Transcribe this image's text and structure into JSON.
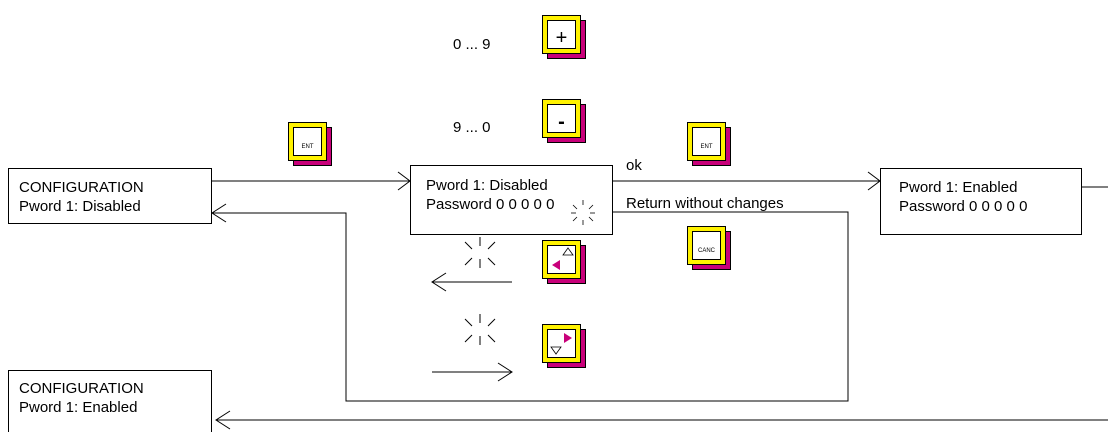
{
  "boxes": {
    "config_disabled": {
      "line1": "CONFIGURATION",
      "line2": "Pword 1: Disabled"
    },
    "password_entry": {
      "line1": "Pword 1: Disabled",
      "line2": "Password  0 0 0 0 0"
    },
    "pword_enabled": {
      "line1": "Pword 1: Enabled",
      "line2": "Password  0 0 0 0 0"
    },
    "config_enabled": {
      "line1": "CONFIGURATION",
      "line2": "Pword 1: Enabled"
    }
  },
  "labels": {
    "range_up": "0 ... 9",
    "range_down": "9 ... 0",
    "ok": "ok",
    "return": "Return without changes"
  },
  "keys": {
    "plus": "+",
    "minus": "-",
    "ent": "ENT",
    "canc": "CANC"
  },
  "colors": {
    "key_face": "#fff200",
    "key_shadow": "#c8007a",
    "arrow_accent": "#c8007a"
  }
}
